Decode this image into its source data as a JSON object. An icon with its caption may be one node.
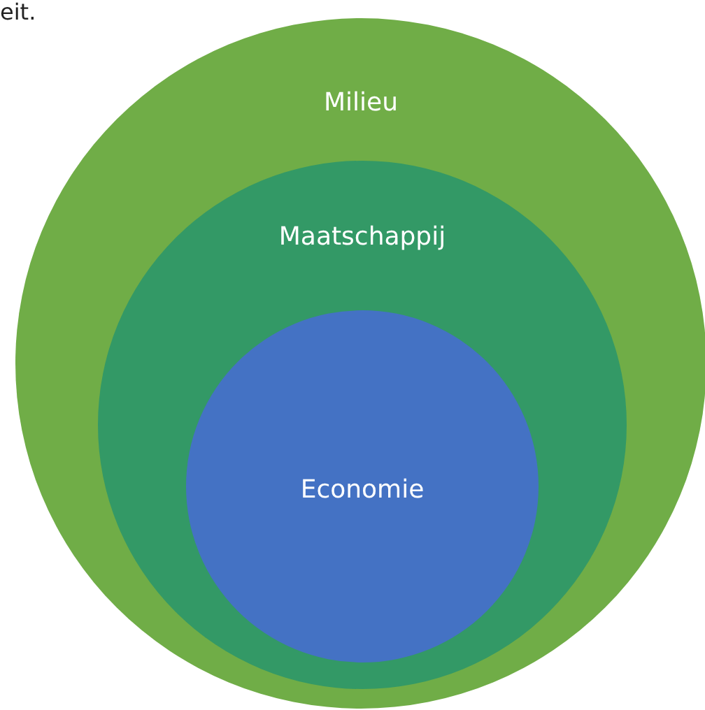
{
  "diagram": {
    "nodes": [
      {
        "text": [
          "Milieu"
        ]
      },
      {
        "text": [
          "Maatschappij"
        ],
        "in": 0
      },
      {
        "text": [
          "Economie"
        ],
        "in": 1
      }
    ],
    "labels": [
      "eit."
    ]
  }
}
